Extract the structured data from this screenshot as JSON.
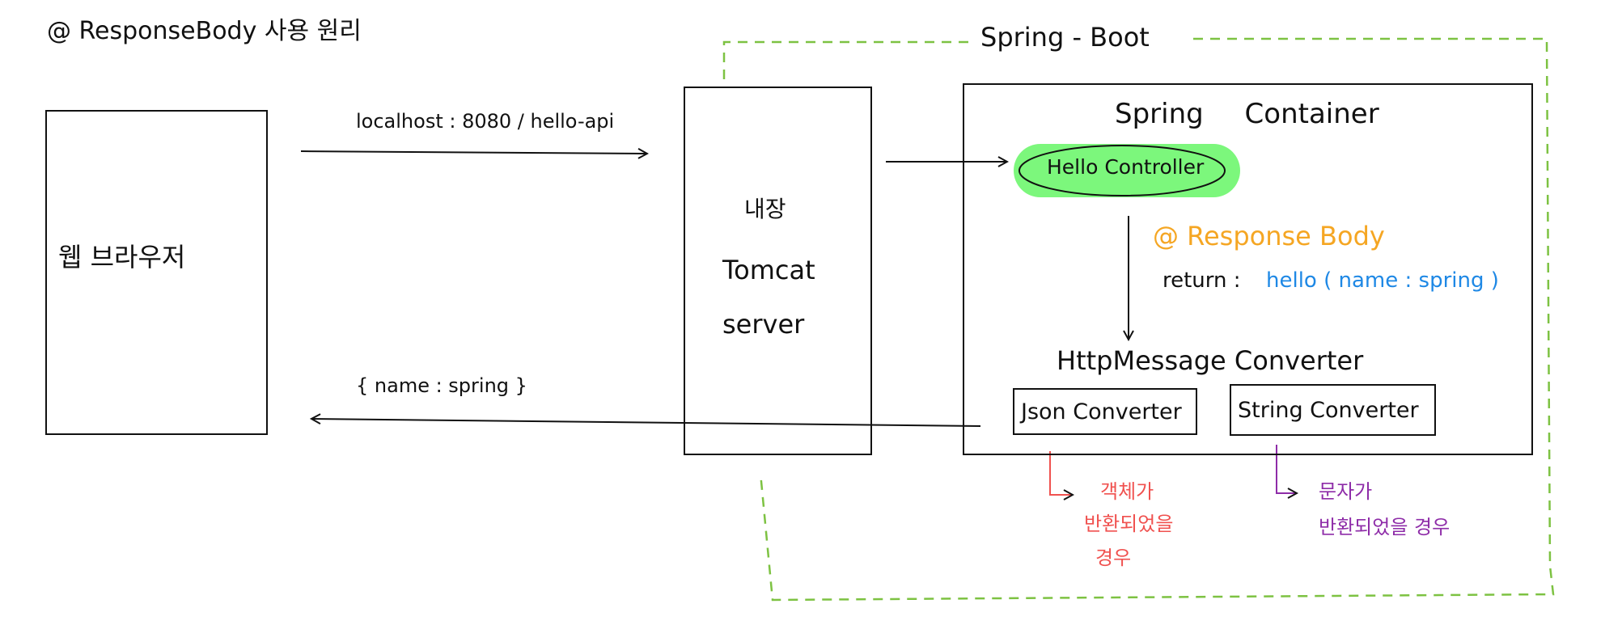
{
  "title": "@ ResponseBody 사용 원리",
  "spring_boot_label": "Spring - Boot",
  "browser": {
    "label": "웹 브라우저"
  },
  "request_label": "localhost : 8080 / hello-api",
  "response_label": "{ name : spring }",
  "tomcat": {
    "line1": "내장",
    "line2": "Tomcat",
    "line3": "server"
  },
  "container": {
    "title": "Spring Container",
    "controller": "Hello Controller",
    "annotation": "@ Response Body",
    "return_prefix": "return :",
    "return_value": "hello ( name : spring )",
    "converter_title": "HttpMessage Converter",
    "json_converter": "Json Converter",
    "string_converter": "String Converter"
  },
  "notes": {
    "object_line1": "객체가",
    "object_line2": "반환되었을",
    "object_line3": "경우",
    "string_line1": "문자가",
    "string_line2": "반환되었을 경우"
  },
  "colors": {
    "ink": "#111111",
    "green_dash": "#7dc242",
    "controller_fill": "#7cf77c",
    "annotation_orange": "#f5a623",
    "return_blue": "#1e88e5",
    "object_note_red": "#f0514f",
    "string_note_purple": "#8e2ca8"
  }
}
